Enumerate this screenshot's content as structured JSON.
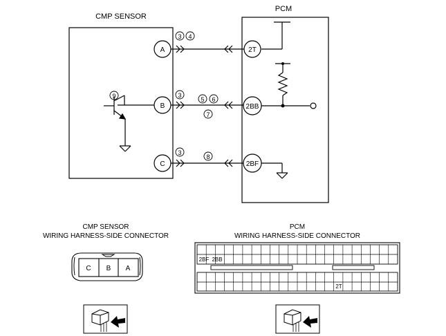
{
  "cmp_sensor": {
    "title": "CMP SENSOR",
    "terminals": [
      "A",
      "B",
      "C"
    ]
  },
  "pcm": {
    "title": "PCM",
    "terminals": [
      "2T",
      "2BB",
      "2BF"
    ]
  },
  "callouts": {
    "line_a": [
      "3",
      "4"
    ],
    "line_b_left": [
      "3"
    ],
    "line_b_mid": [
      "5",
      "6"
    ],
    "line_b_low": [
      "7"
    ],
    "line_c_left": [
      "3"
    ],
    "line_c_mid": [
      "8"
    ],
    "transistor": [
      "9"
    ]
  },
  "cmp_connector": {
    "title_line1": "CMP SENSOR",
    "title_line2": "WIRING HARNESS-SIDE CONNECTOR",
    "pins": [
      "C",
      "B",
      "A"
    ]
  },
  "pcm_connector": {
    "title_line1": "PCM",
    "title_line2": "WIRING HARNESS-SIDE CONNECTOR",
    "top_row_labels": [
      "2BF",
      "2BB"
    ],
    "bottom_row_labels": [
      "2T"
    ]
  }
}
